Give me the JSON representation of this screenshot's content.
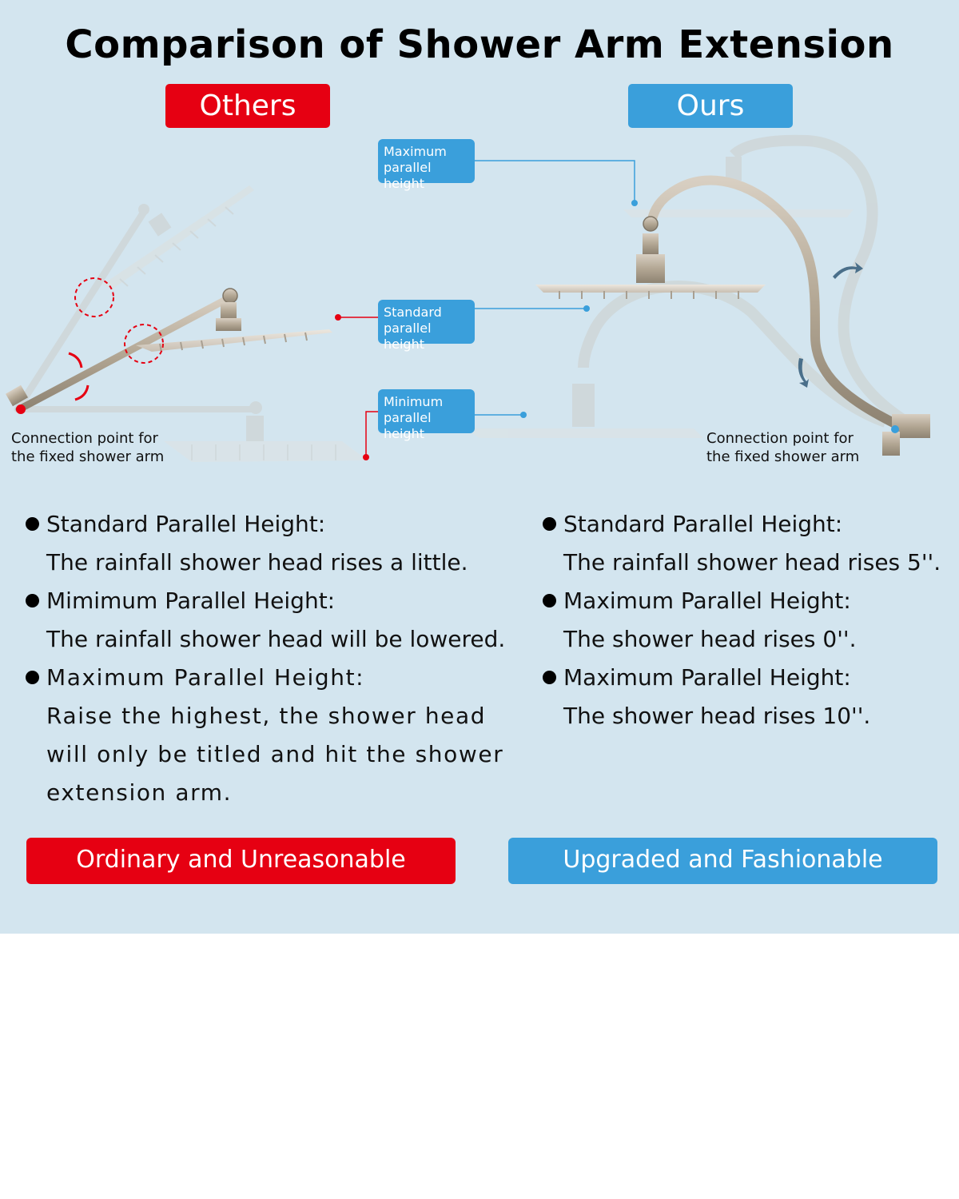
{
  "title": "Comparison of Shower Arm Extension",
  "labels": {
    "others": "Others",
    "ours": "Ours"
  },
  "callouts": {
    "maximum": {
      "line1": "Maximum",
      "line2": "parallel height"
    },
    "standard": {
      "line1": "Standard",
      "line2": "parallel height"
    },
    "minimum": {
      "line1": "Minimum",
      "line2": "parallel height"
    }
  },
  "connection": {
    "line1": "Connection point for",
    "line2": "the fixed shower arm"
  },
  "others_points": [
    {
      "heading": "Standard Parallel Height:",
      "text": [
        "The rainfall shower head rises a little."
      ]
    },
    {
      "heading": "Mimimum Parallel Height:",
      "text": [
        "The rainfall shower head will be lowered."
      ]
    },
    {
      "heading": "Maximum Parallel Height:",
      "text": [
        "Raise the highest, the shower head",
        "will only be titled and hit the shower",
        "extension arm."
      ]
    }
  ],
  "ours_points": [
    {
      "heading": "Standard Parallel Height:",
      "text": [
        "The rainfall shower head rises 5''."
      ]
    },
    {
      "heading": "Maximum Parallel Height:",
      "text": [
        "The shower head rises 0''."
      ]
    },
    {
      "heading": "Maximum Parallel Height:",
      "text": [
        "The shower head rises 10''."
      ]
    }
  ],
  "verdict": {
    "others": "Ordinary and Unreasonable",
    "ours": "Upgraded and Fashionable"
  },
  "colors": {
    "red": "#e60012",
    "blue": "#3a9fdb",
    "background": "#d3e5ef",
    "metal": "#b9ad9c"
  }
}
